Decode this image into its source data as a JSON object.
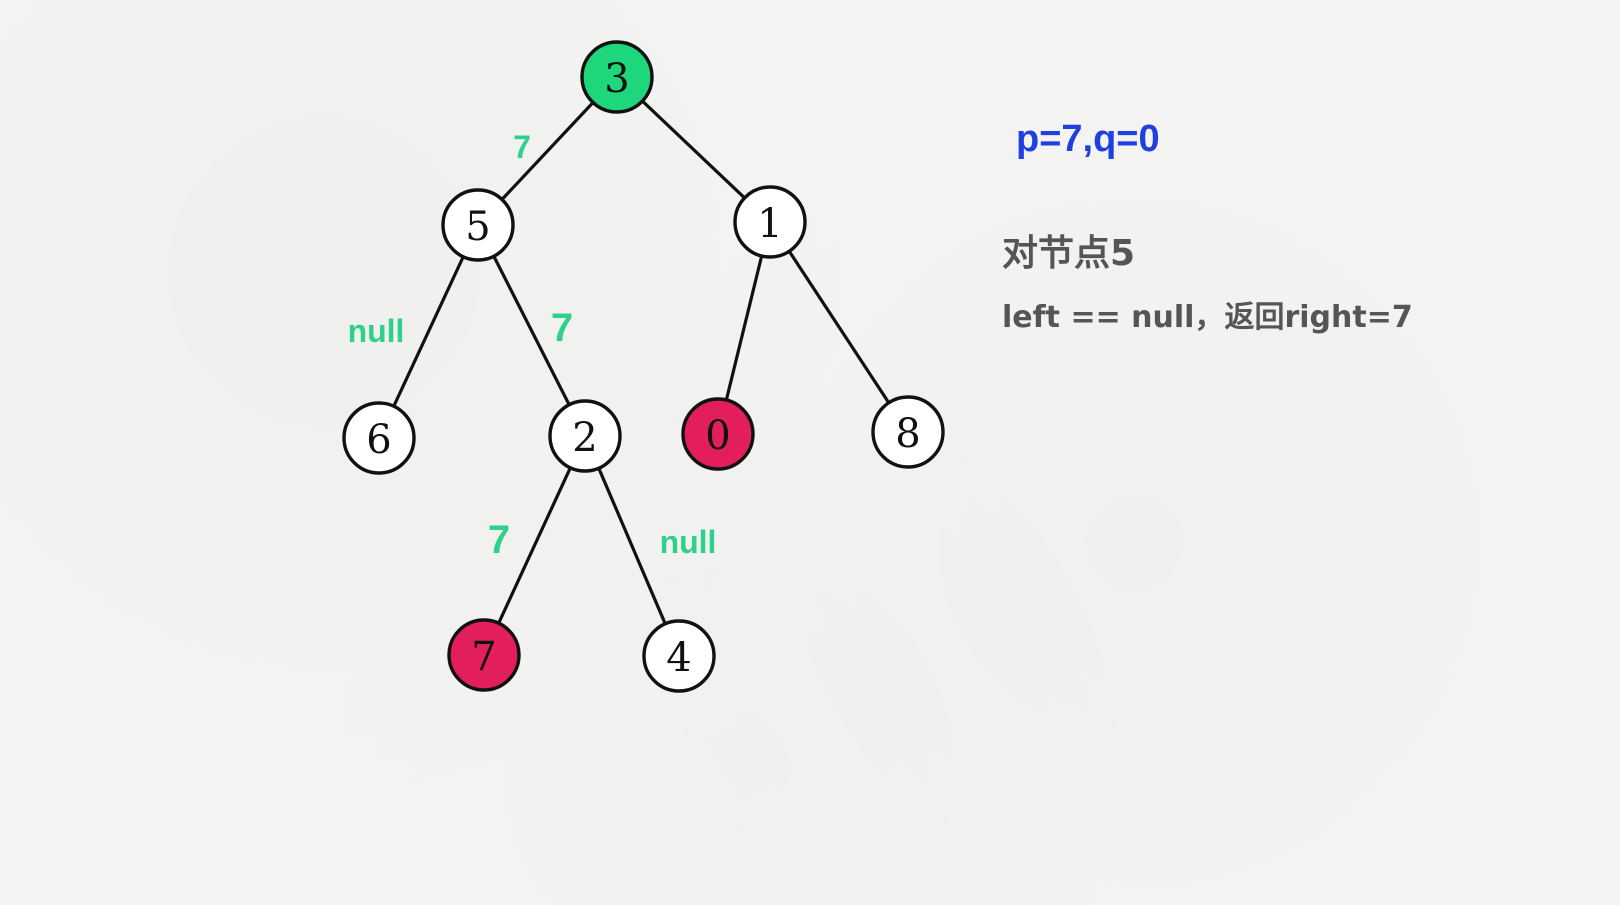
{
  "tree": {
    "nodes": [
      {
        "id": "n3",
        "label": "3",
        "state": "root-highlight"
      },
      {
        "id": "n5",
        "label": "5",
        "state": "normal"
      },
      {
        "id": "n1",
        "label": "1",
        "state": "normal"
      },
      {
        "id": "n6",
        "label": "6",
        "state": "normal"
      },
      {
        "id": "n2",
        "label": "2",
        "state": "normal"
      },
      {
        "id": "n0",
        "label": "0",
        "state": "target"
      },
      {
        "id": "n8",
        "label": "8",
        "state": "normal"
      },
      {
        "id": "n7",
        "label": "7",
        "state": "target"
      },
      {
        "id": "n4",
        "label": "4",
        "state": "normal"
      }
    ],
    "edges": [
      {
        "from": "n3",
        "to": "n5",
        "label": "7"
      },
      {
        "from": "n3",
        "to": "n1",
        "label": ""
      },
      {
        "from": "n5",
        "to": "n6",
        "label": "null"
      },
      {
        "from": "n5",
        "to": "n2",
        "label": "7"
      },
      {
        "from": "n1",
        "to": "n0",
        "label": ""
      },
      {
        "from": "n1",
        "to": "n8",
        "label": ""
      },
      {
        "from": "n2",
        "to": "n7",
        "label": "7"
      },
      {
        "from": "n2",
        "to": "n4",
        "label": "null"
      }
    ]
  },
  "colors": {
    "root_fill": "#1ed67c",
    "target_fill": "#e21e5c",
    "normal_fill": "#ffffff",
    "label_green": "#2fd18a",
    "params_blue": "#1f3fe0",
    "text_gray": "#555555"
  },
  "panel": {
    "params": "p=7,q=0",
    "focus_title": "对节点5",
    "explanation": "left == null，返回right=7"
  }
}
